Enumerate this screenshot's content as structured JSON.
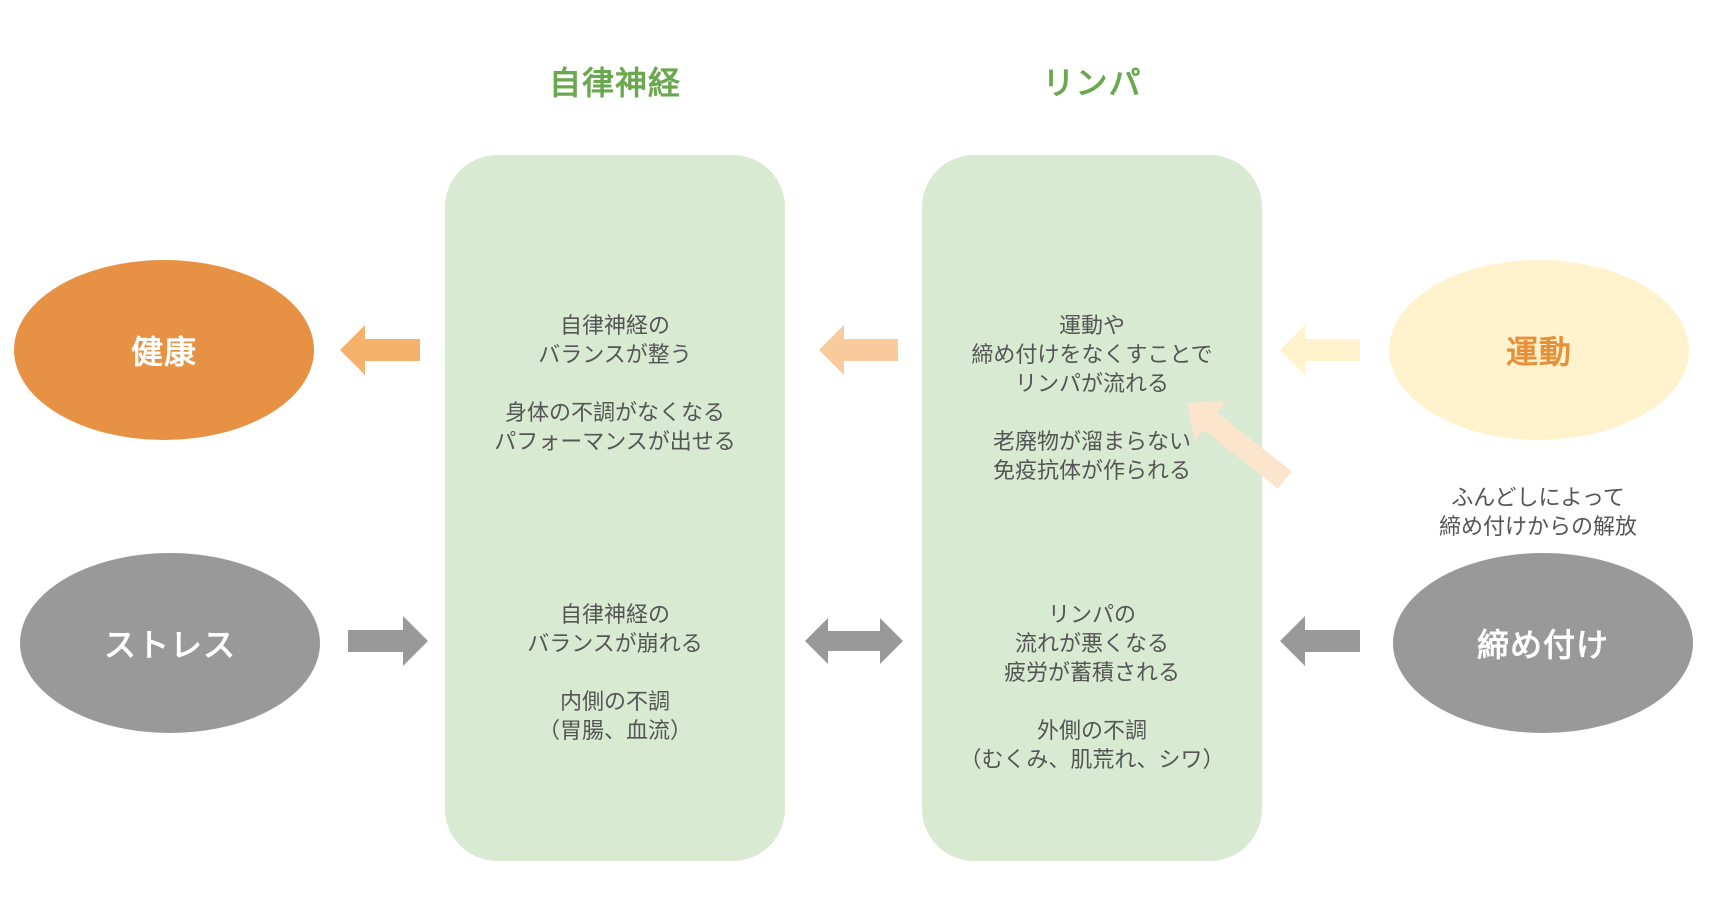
{
  "columns": [
    {
      "title": "自律神経",
      "top_text": "自律神経の\nバランスが整う\n\n身体の不調がなくなる\nパフォーマンスが出せる",
      "bottom_text": "自律神経の\nバランスが崩れる\n\n内側の不調\n（胃腸、血流）"
    },
    {
      "title": "リンパ",
      "top_text": "運動や\n締め付けをなくすことで\nリンパが流れる\n\n老廃物が溜まらない\n免疫抗体が作られる",
      "bottom_text": "リンパの\n流れが悪くなる\n疲労が蓄積される\n\n外側の不調\n（むくみ、肌荒れ、シワ）"
    }
  ],
  "nodes": {
    "health": {
      "label": "健康",
      "fill": "#e69143",
      "text_color": "#ffffff"
    },
    "stress": {
      "label": "ストレス",
      "fill": "#999999",
      "text_color": "#ffffff"
    },
    "exercise": {
      "label": "運動",
      "fill": "#fff2cc",
      "text_color": "#e69138"
    },
    "constriction": {
      "label": "締め付け",
      "fill": "#999999",
      "text_color": "#ffffff"
    }
  },
  "note": "ふんどしによって\n締め付けからの解放",
  "colors": {
    "arrow_dark_orange": "#f6b26b",
    "arrow_mid_orange": "#f9cb9c",
    "arrow_light": "#fff2cc",
    "arrow_diag": "#fce5cd",
    "arrow_gray": "#999999",
    "panel": "#d9ead3",
    "title": "#6aa84f"
  }
}
